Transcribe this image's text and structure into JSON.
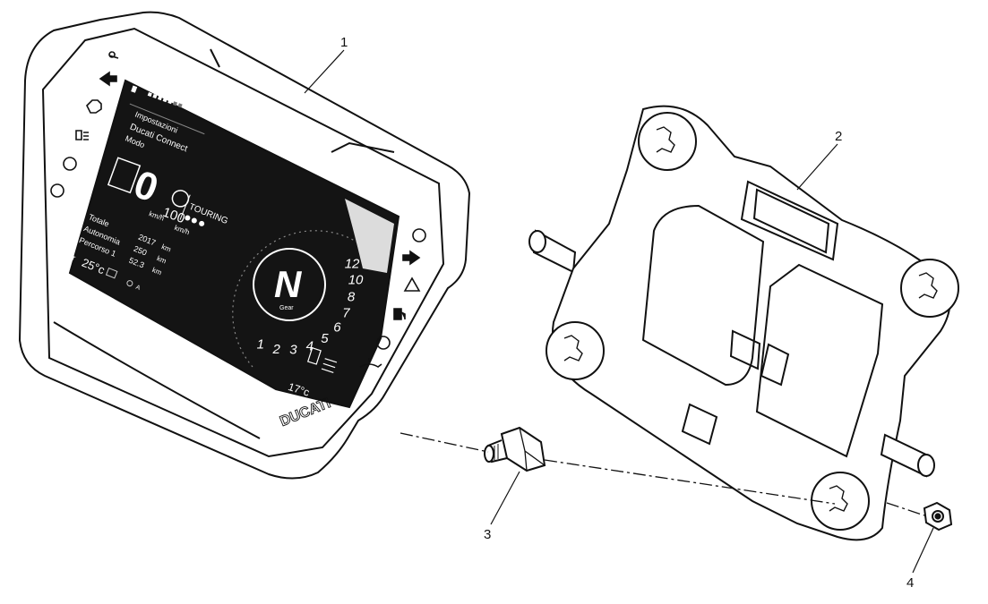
{
  "callouts": [
    "1",
    "2",
    "3",
    "4"
  ],
  "dashboard": {
    "menu": [
      "Impostazioni",
      "Ducati Connect",
      "Modo"
    ],
    "speed": "0",
    "speed_unit": "km/h",
    "speed_limit": "100",
    "speed_limit_unit": "km/h",
    "mode": "TOURING",
    "trip_labels": [
      "Totale",
      "Autonomia",
      "Percorso 1"
    ],
    "trip_values": [
      "2017",
      "250",
      "52.3"
    ],
    "trip_units": [
      "km",
      "km",
      "km"
    ],
    "air_label": "Air",
    "air_temp": "25°c",
    "tach_numbers": [
      "1",
      "2",
      "3",
      "4",
      "5",
      "6",
      "7",
      "8",
      "10",
      "12"
    ],
    "gear": "N",
    "gear_label": "Gear",
    "engine_temp": "17°c",
    "brand": "DUCATI"
  }
}
